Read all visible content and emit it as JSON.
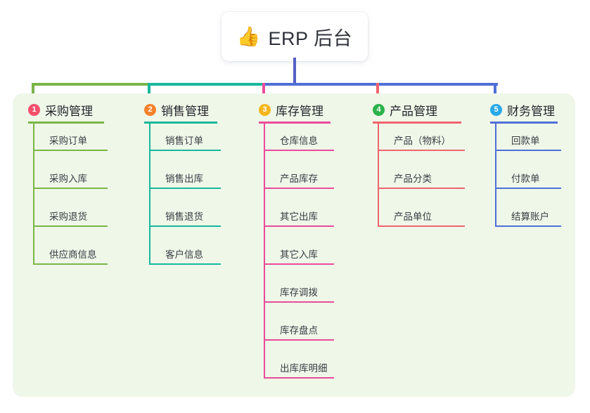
{
  "root": {
    "icon": "thumbs-up-icon",
    "emoji": "👍",
    "title": "ERP 后台"
  },
  "palette": {
    "panel_background": "#eff7e9",
    "page_background": "#ffffff",
    "stem": "#5561c4",
    "green": "#7ab648",
    "teal": "#17b89b",
    "pink": "#ea4c9a",
    "red": "#f1646c",
    "blue": "#4f6fd6",
    "badge_1": "#f5506b",
    "badge_2": "#f5822b",
    "badge_3": "#f5b71d",
    "badge_4": "#2bb34a",
    "badge_5": "#28a9e8"
  },
  "columns": [
    {
      "number": "1",
      "title": "采购管理",
      "badge_color": "#f5506b",
      "line_color": "#7ab648",
      "items": [
        "采购订单",
        "采购入库",
        "采购退货",
        "供应商信息"
      ]
    },
    {
      "number": "2",
      "title": "销售管理",
      "badge_color": "#f5822b",
      "line_color": "#17b89b",
      "items": [
        "销售订单",
        "销售出库",
        "销售退货",
        "客户信息"
      ]
    },
    {
      "number": "3",
      "title": "库存管理",
      "badge_color": "#f5b71d",
      "line_color": "#ea4c9a",
      "items": [
        "仓库信息",
        "产品库存",
        "其它出库",
        "其它入库",
        "库存调拨",
        "库存盘点",
        "出库库明细"
      ]
    },
    {
      "number": "4",
      "title": "产品管理",
      "badge_color": "#2bb34a",
      "line_color": "#f1646c",
      "items": [
        "产品（物料）",
        "产品分类",
        "产品单位"
      ]
    },
    {
      "number": "5",
      "title": "财务管理",
      "badge_color": "#28a9e8",
      "line_color": "#4f6fd6",
      "items": [
        "回款单",
        "付款单",
        "结算账户"
      ]
    }
  ]
}
